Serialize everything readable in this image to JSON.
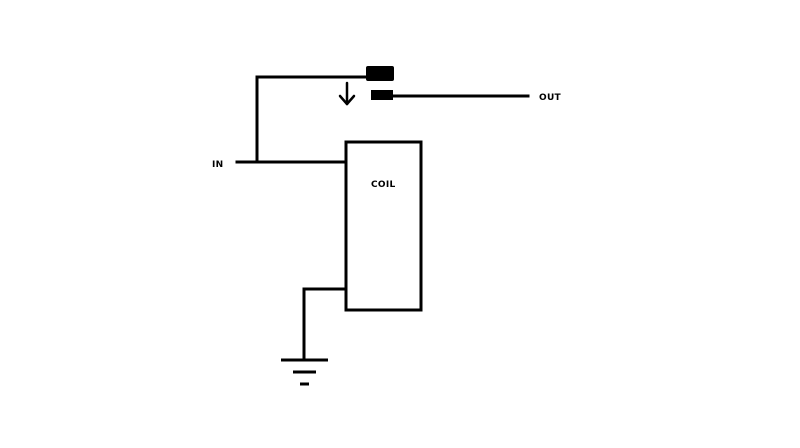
{
  "diagram": {
    "labels": {
      "input": "IN",
      "output": "OUT",
      "coil": "COIL"
    },
    "colors": {
      "background": "#ffffff",
      "line": "#000000"
    },
    "components": [
      "input-terminal",
      "relay-switch-contact",
      "coil",
      "ground-symbol",
      "output-terminal",
      "down-arrow-icon"
    ]
  }
}
